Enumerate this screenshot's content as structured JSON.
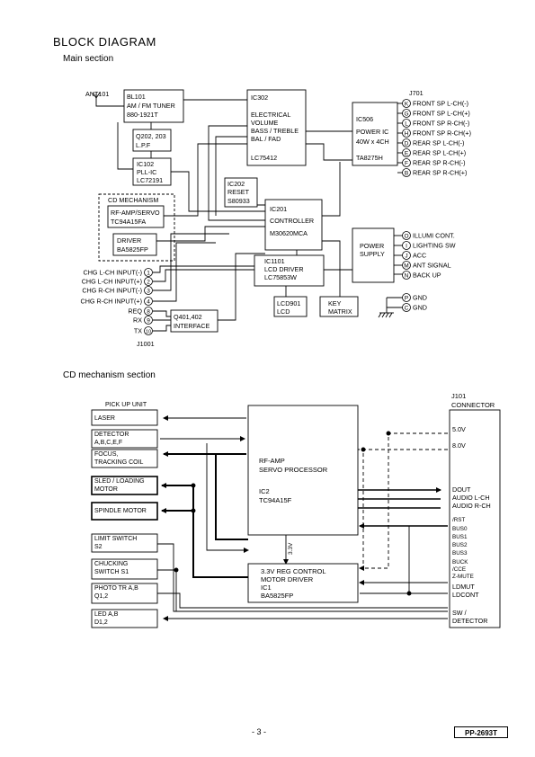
{
  "title": "BLOCK DIAGRAM",
  "main_section": {
    "heading": "Main section",
    "antenna": "ANT101",
    "bl101": [
      "BL101",
      "AM / FM TUNER",
      "880-1921T"
    ],
    "q202": [
      "Q202, 203",
      "L.P.F"
    ],
    "ic102": [
      "IC102",
      "PLL-IC",
      "LC72191"
    ],
    "ic302": [
      "IC302",
      "ELECTRICAL",
      "VOLUME",
      "BASS / TREBLE",
      "BAL / FAD",
      "LC75412"
    ],
    "ic506": [
      "IC506",
      "POWER IC",
      "40W x 4CH",
      "TA8275H"
    ],
    "cd_mech_label": "CD MECHANISM",
    "rf_amp": [
      "RF-AMP/SERVO",
      "TC94A15FA"
    ],
    "driver": [
      "DRIVER",
      "BA5825FP"
    ],
    "ic202": [
      "IC202",
      "RESET",
      "S80933"
    ],
    "ic201": [
      "IC201",
      "CONTROLLER",
      "M30620MCA"
    ],
    "ic1101": [
      "IC1101",
      "LCD DRIVER",
      "LC75853W"
    ],
    "lcd901": [
      "LCD901",
      "LCD"
    ],
    "key_matrix": [
      "KEY",
      "MATRIX"
    ],
    "q401": [
      "Q401,402",
      "INTERFACE"
    ],
    "power_supply": [
      "POWER",
      "SUPPLY"
    ],
    "j701": "J701",
    "j1001": "J1001",
    "outputs": [
      {
        "pin": "K",
        "label": "FRONT SP L-CH(-)"
      },
      {
        "pin": "G",
        "label": "FRONT SP L-CH(+)"
      },
      {
        "pin": "L",
        "label": "FRONT SP R-CH(-)"
      },
      {
        "pin": "H",
        "label": "FRONT SP R-CH(+)"
      },
      {
        "pin": "D",
        "label": "REAR SP L-CH(-)"
      },
      {
        "pin": "E",
        "label": "REAR SP L-CH(+)"
      },
      {
        "pin": "F",
        "label": "REAR SP R-CH(-)"
      },
      {
        "pin": "B",
        "label": "REAR SP R-CH(+)"
      }
    ],
    "power_pins": [
      {
        "pin": "O",
        "label": "ILLUMI CONT."
      },
      {
        "pin": "I",
        "label": "LIGHTING SW"
      },
      {
        "pin": "J",
        "label": "ACC"
      },
      {
        "pin": "M",
        "label": "ANT SIGNAL"
      },
      {
        "pin": "N",
        "label": "BACK UP"
      }
    ],
    "gnd_pins": [
      {
        "pin": "P",
        "label": "GND"
      },
      {
        "pin": "C",
        "label": "GND"
      }
    ],
    "inputs": [
      {
        "pin": "1",
        "label": "CHG L-CH INPUT(-)"
      },
      {
        "pin": "2",
        "label": "CHG L-CH INPUT(+)"
      },
      {
        "pin": "3",
        "label": "CHG R-CH INPUT(-)"
      },
      {
        "pin": "4",
        "label": "CHG R-CH INPUT(+)"
      },
      {
        "pin": "8",
        "label": "REQ"
      },
      {
        "pin": "9",
        "label": "RX"
      },
      {
        "pin": "10",
        "label": "TX"
      }
    ]
  },
  "cd_section": {
    "heading": "CD mechanism section",
    "pickup_label": "PICK UP UNIT",
    "pickup_blocks": [
      [
        "LASER"
      ],
      [
        "DETECTOR",
        "A,B,C,E,F"
      ],
      [
        "FOCUS,",
        "TRACKING COIL"
      ],
      [
        "SLED / LOADING",
        "MOTOR"
      ],
      [
        "SPINDLE MOTOR"
      ],
      [
        "LIMIT SWITCH",
        "S2"
      ],
      [
        "CHUCKING",
        "SWITCH      S1"
      ],
      [
        "PHOTO TR A,B",
        "Q1,2"
      ],
      [
        "LED A,B",
        "D1,2"
      ]
    ],
    "ic2": [
      "RF-AMP",
      "SERVO PROCESSOR",
      "IC2",
      "TC94A15F"
    ],
    "ic1": [
      "3.3V REG CONTROL",
      "MOTOR DRIVER",
      "IC1",
      "BA5825FP"
    ],
    "v33": "3.3V",
    "j101": [
      "J101",
      "CONNECTOR"
    ],
    "connector_labels": [
      "5.0V",
      "8.0V",
      "DOUT",
      "AUDIO L-CH",
      "AUDIO R-CH",
      "/RST",
      "BUS0",
      "BUS1",
      "BUS2",
      "BUS3",
      "BUCK",
      "/CCE",
      "Z-MUTE",
      "LDMUT",
      "LDCONT",
      "SW /",
      "DETECTOR"
    ]
  },
  "footer": {
    "page": "- 3 -",
    "code": "PP-2693T"
  }
}
